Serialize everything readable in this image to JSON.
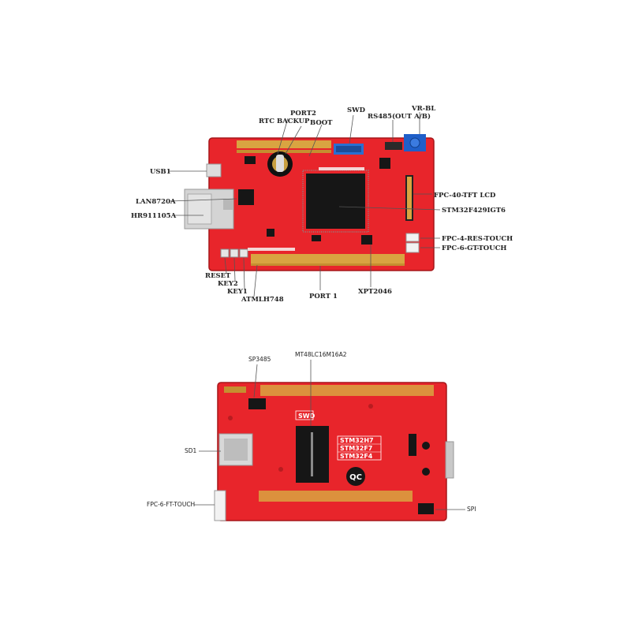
{
  "board_top": {
    "labels": {
      "port2": "PORT2",
      "rtc_backup": "RTC BACKUP",
      "boot": "BOOT",
      "swd": "SWD",
      "rs485": "RS485(OUT A/B)",
      "vr_bl": "VR-BL",
      "usb1": "USB1",
      "lan8720a": "LAN8720A",
      "hr911105a": "HR911105A",
      "fpc40": "FPC-40-TFT LCD",
      "stm32f429": "STM32F429IGT6",
      "fpc4": "FPC-4-RES-TOUCH",
      "fpc6gt": "FPC-6-GT-TOUCH",
      "reset": "RESET",
      "key2": "KEY2",
      "key1": "KEY1",
      "atmlh748": "ATMLH748",
      "port1": "PORT 1",
      "xpt2046": "XPT2046"
    }
  },
  "board_bottom": {
    "labels": {
      "sp3485": "SP3485",
      "mt48": "MT48LC16M16A2",
      "sd1": "SD1",
      "fpc6ft": "FPC-6-FT-TOUCH",
      "spi": "SPI"
    },
    "silk": {
      "swd": "SWD",
      "stm32h7": "STM32H7",
      "stm32f7": "STM32F7",
      "stm32f4": "STM32F4",
      "qc": "QC"
    }
  },
  "colors": {
    "pcb_red": "#e8252b",
    "pcb_dark": "#b81c20",
    "chip_black": "#161616",
    "header_gold": "#d9a441",
    "rj45_silver": "#cfcfcf",
    "header_blue": "#2a6fd1"
  }
}
